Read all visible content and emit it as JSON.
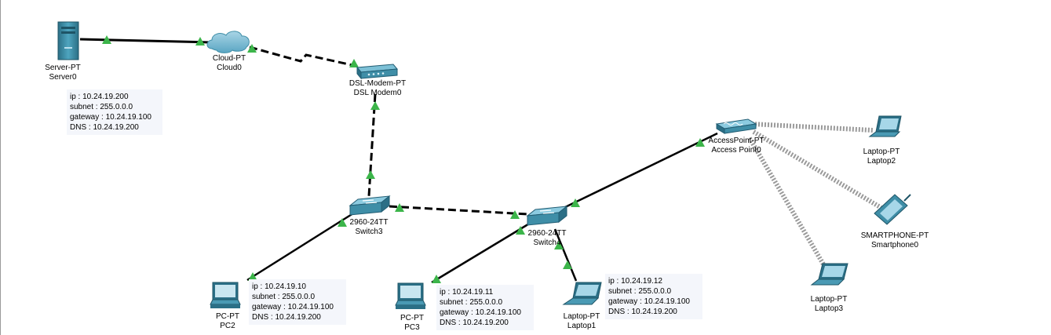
{
  "devices": {
    "server0": {
      "type": "Server-PT",
      "name": "Server0"
    },
    "cloud0": {
      "type": "Cloud-PT",
      "name": "Cloud0"
    },
    "modem0": {
      "type": "DSL-Modem-PT",
      "name": "DSL Modem0"
    },
    "switch3": {
      "type": "2960-24TT",
      "name": "Switch3"
    },
    "switch4": {
      "type": "2960-24TT",
      "name": "Switch4"
    },
    "ap0": {
      "type": "AccessPoint-PT",
      "name": "Access Point0"
    },
    "laptop2": {
      "type": "Laptop-PT",
      "name": "Laptop2"
    },
    "smartphone0": {
      "type": "SMARTPHONE-PT",
      "name": "Smartphone0"
    },
    "laptop3": {
      "type": "Laptop-PT",
      "name": "Laptop3"
    },
    "pc2": {
      "type": "PC-PT",
      "name": "PC2"
    },
    "pc3": {
      "type": "PC-PT",
      "name": "PC3"
    },
    "laptop1": {
      "type": "Laptop-PT",
      "name": "Laptop1"
    }
  },
  "notes": {
    "server": {
      "ip": "ip : 10.24.19.200",
      "subnet": "subnet : 255.0.0.0",
      "gateway": "gateway : 10.24.19.100",
      "dns": "DNS : 10.24.19.200"
    },
    "pc2": {
      "ip": "ip : 10.24.19.10",
      "subnet": "subnet : 255.0.0.0",
      "gateway": "gateway : 10.24.19.100",
      "dns": "DNS : 10.24.19.200"
    },
    "pc3": {
      "ip": "ip : 10.24.19.11",
      "subnet": "subnet : 255.0.0.0",
      "gateway": "gateway : 10.24.19.100",
      "dns": "DNS : 10.24.19.200"
    },
    "laptop1": {
      "ip": "ip : 10.24.19.12",
      "subnet": "subnet : 255.0.0.0",
      "gateway": "gateway : 10.24.19.100",
      "dns": "DNS : 10.24.19.200"
    }
  },
  "colors": {
    "link": "#000000",
    "wireless": "#9a9a9a",
    "status_up": "#3cb54a",
    "device": "#3f8ea7",
    "device_dark": "#225d73",
    "note_bg": "#f4f6fb"
  }
}
